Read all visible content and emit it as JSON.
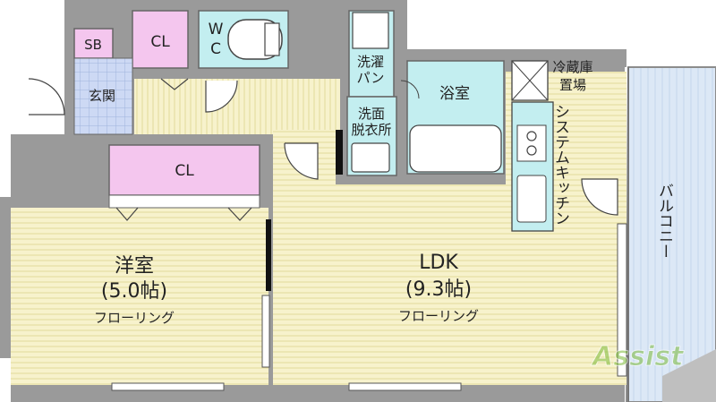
{
  "rooms": {
    "sb": "SB",
    "cl_top": "CL",
    "wc_w": "W",
    "wc_c": "C",
    "genkan": "玄関",
    "washer_1": "洗濯",
    "washer_2": "パン",
    "bath": "浴室",
    "senmen_1": "洗面",
    "senmen_2": "脱衣所",
    "fridge_1": "冷蔵庫",
    "fridge_2": "置場",
    "kitchen": "システムキッチン",
    "balcony": "バルコニー",
    "cl_mid": "CL",
    "youshitsu": "洋室",
    "youshitsu_size": "(5.0帖)",
    "youshitsu_floor": "フローリング",
    "ldk": "LDK",
    "ldk_size": "(9.3帖)",
    "ldk_floor": "フローリング"
  },
  "watermark": "Assist",
  "colors": {
    "wall": "#9a9a9a",
    "floor": "#f5f0c8",
    "floor_line": "#e4dba0",
    "closet": "#f4c6ee",
    "wet": "#c3eef0",
    "genkan": "#c9d6f2",
    "balcony": "#d8e6f6"
  }
}
